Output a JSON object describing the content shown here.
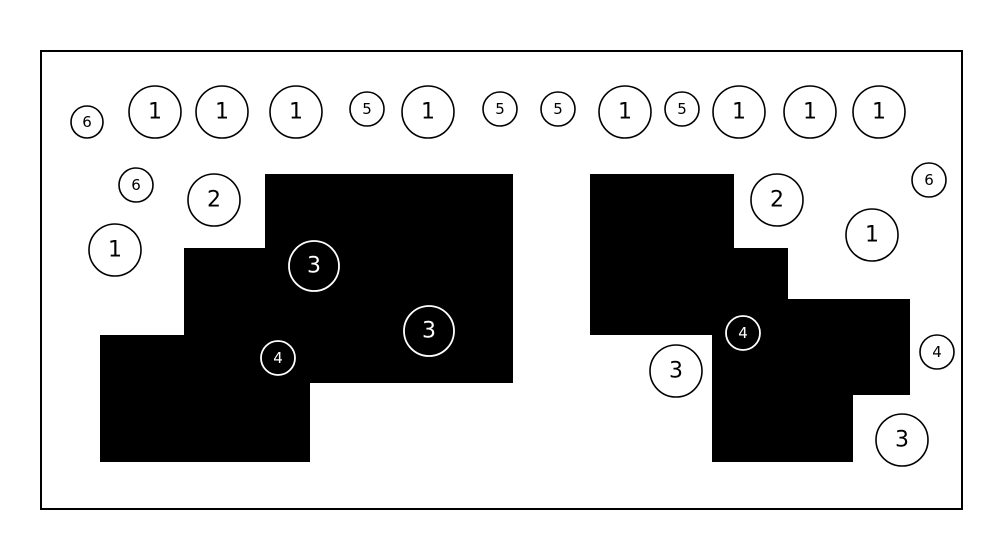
{
  "colors": {
    "background": "#ffffff",
    "ink": "#000000",
    "marker_on_dark_stroke": "#ffffff",
    "marker_on_dark_text": "#ffffff"
  },
  "markers": {
    "top_row": [
      "6",
      "1",
      "1",
      "1",
      "5",
      "1",
      "5",
      "5",
      "1",
      "5",
      "1",
      "1",
      "1"
    ],
    "left_side": [
      "6",
      "2",
      "1"
    ],
    "left_shape": [
      "3",
      "3",
      "4"
    ],
    "right_shape": [
      "4"
    ],
    "right_side": [
      "2",
      "6",
      "1",
      "3",
      "4",
      "3"
    ]
  }
}
